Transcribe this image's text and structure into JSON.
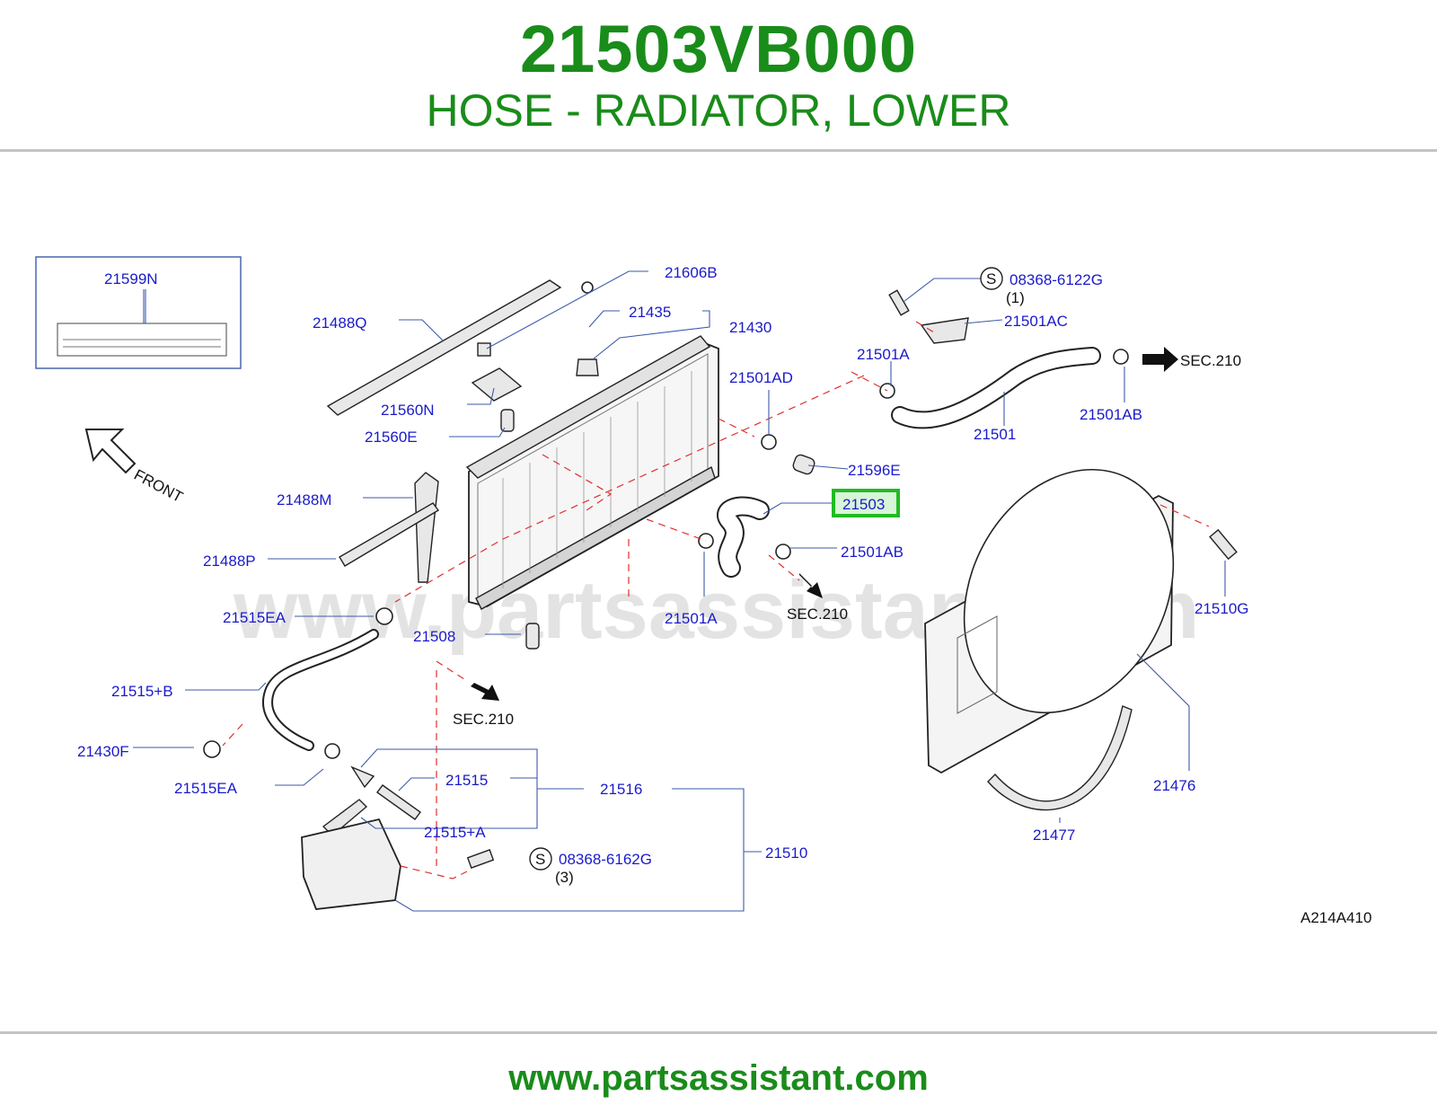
{
  "header": {
    "part_number": "21503VB000",
    "part_name": "HOSE - RADIATOR, LOWER"
  },
  "diagram": {
    "watermark": "www.partsassistant.com",
    "code": "A214A410",
    "front_label": "FRONT",
    "highlighted_part": "21503",
    "highlight_color": "#22bb22",
    "label_color": "#1a1acc",
    "callouts": [
      "21599N",
      "21606B",
      "21488Q",
      "21435",
      "21430",
      "21560N",
      "21560E",
      "21488M",
      "21488P",
      "21515EA",
      "21508",
      "21515+B",
      "21430F",
      "21515EA",
      "21515",
      "21516",
      "21515+A",
      "21510",
      "08368-6162G",
      "(3)",
      "08368-6122G",
      "(1)",
      "21501AC",
      "21501A",
      "21501AB",
      "21501",
      "21501AD",
      "21596E",
      "21503",
      "21501AB",
      "21501A",
      "21510G",
      "21476",
      "21477"
    ],
    "section_refs": [
      "SEC.210",
      "SEC.210",
      "SEC.210"
    ],
    "circled_symbols": [
      "S",
      "S"
    ]
  },
  "footer": {
    "url": "www.partsassistant.com"
  }
}
